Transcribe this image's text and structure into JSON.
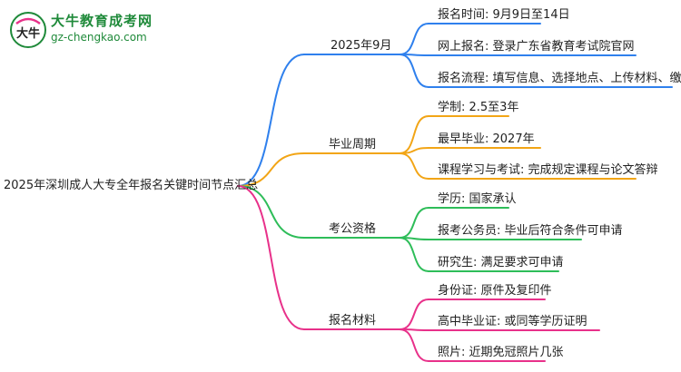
{
  "logo": {
    "title": "大牛教育成考网",
    "url": "gz-chengkao.com",
    "mark_text": "大牛"
  },
  "root": {
    "label": "2025年深圳成人大专全年报名关键时间节点汇总"
  },
  "colors": {
    "blue": "#2f80ed",
    "orange": "#f2a516",
    "green": "#2ebd59",
    "pink": "#e8318a",
    "logo_green": "#1f8a3a"
  },
  "branches": [
    {
      "label": "2025年9月",
      "color_key": "blue",
      "leaves": [
        "报名时间: 9月9日至14日",
        "网上报名: 登录广东省教育考试院官网",
        "报名流程: 填写信息、选择地点、上传材料、缴费"
      ]
    },
    {
      "label": "毕业周期",
      "color_key": "orange",
      "leaves": [
        "学制: 2.5至3年",
        "最早毕业: 2027年",
        "课程学习与考试: 完成规定课程与论文答辩"
      ]
    },
    {
      "label": "考公资格",
      "color_key": "green",
      "leaves": [
        "学历: 国家承认",
        "报考公务员: 毕业后符合条件可申请",
        "研究生: 满足要求可申请"
      ]
    },
    {
      "label": "报名材料",
      "color_key": "pink",
      "leaves": [
        "身份证: 原件及复印件",
        "高中毕业证: 或同等学历证明",
        "照片: 近期免冠照片几张"
      ]
    }
  ]
}
